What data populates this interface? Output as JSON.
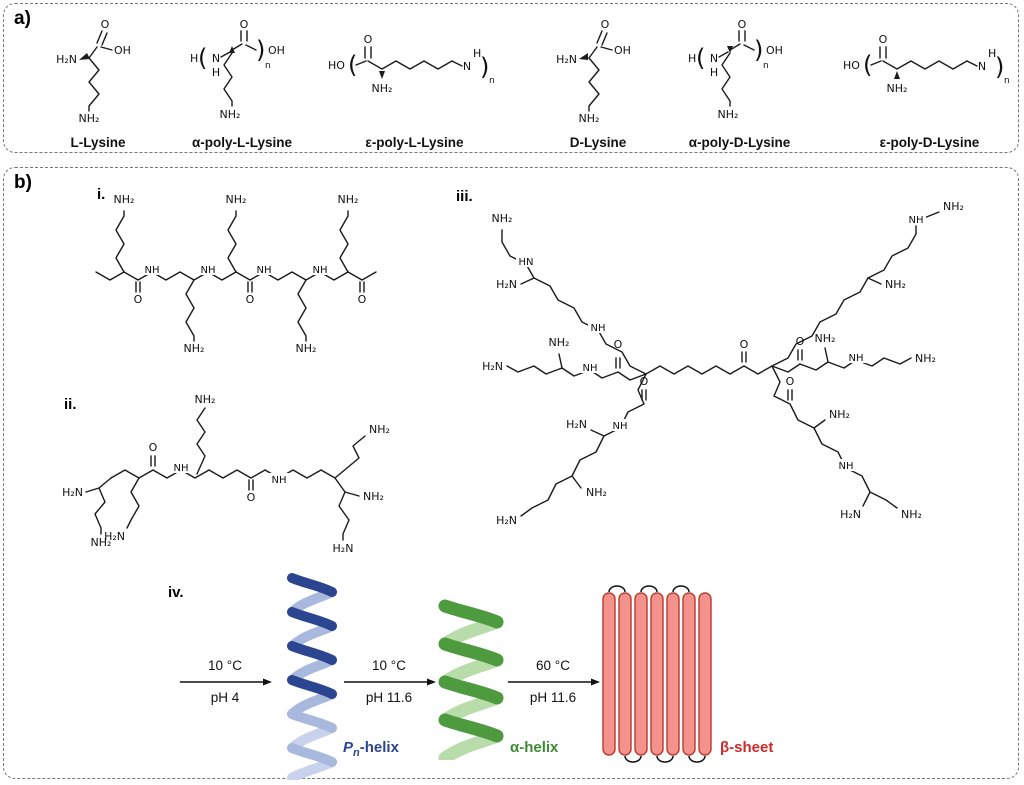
{
  "panel_a": {
    "label": "a)",
    "structures": [
      {
        "name": "L-Lysine"
      },
      {
        "name": "α-poly-L-Lysine"
      },
      {
        "name": "ε-poly-L-Lysine"
      },
      {
        "name": "D-Lysine"
      },
      {
        "name": "α-poly-D-Lysine"
      },
      {
        "name": "ε-poly-D-Lysine"
      }
    ]
  },
  "panel_b": {
    "label": "b)",
    "items": {
      "i": "i.",
      "ii": "ii.",
      "iii": "iii.",
      "iv": "iv."
    },
    "scheme": {
      "steps": [
        {
          "temp": "10 °C",
          "ph": "pH 4"
        },
        {
          "temp": "10 °C",
          "ph": "pH 11.6"
        },
        {
          "temp": "60 °C",
          "ph": "pH 11.6"
        }
      ],
      "states": {
        "pn": {
          "p": "P",
          "sub": "n",
          "rest": "-helix"
        },
        "alpha": {
          "label": "α-helix"
        },
        "beta": {
          "label": "β-sheet"
        }
      }
    }
  },
  "atoms": {
    "O": "O",
    "OH": "OH",
    "HO": "HO",
    "H": "H",
    "N": "N",
    "NH": "NH",
    "HN": "HN",
    "NH2": "NH₂",
    "H2N": "H₂N",
    "n": "n",
    "open_bracket": "(",
    "close_bracket": ")"
  },
  "colors": {
    "pn_dark": "#2b4590",
    "pn_light": "#a9b9de",
    "pn_lighter": "#c9d2ec",
    "alpha_dark": "#4e9b3f",
    "alpha_light": "#b9dcab",
    "beta_fill": "#f4938b",
    "beta_stroke": "#bb3a2e",
    "pn_label": "#2b4590",
    "alpha_label": "#3f8a33",
    "beta_label": "#cc2b2b"
  }
}
